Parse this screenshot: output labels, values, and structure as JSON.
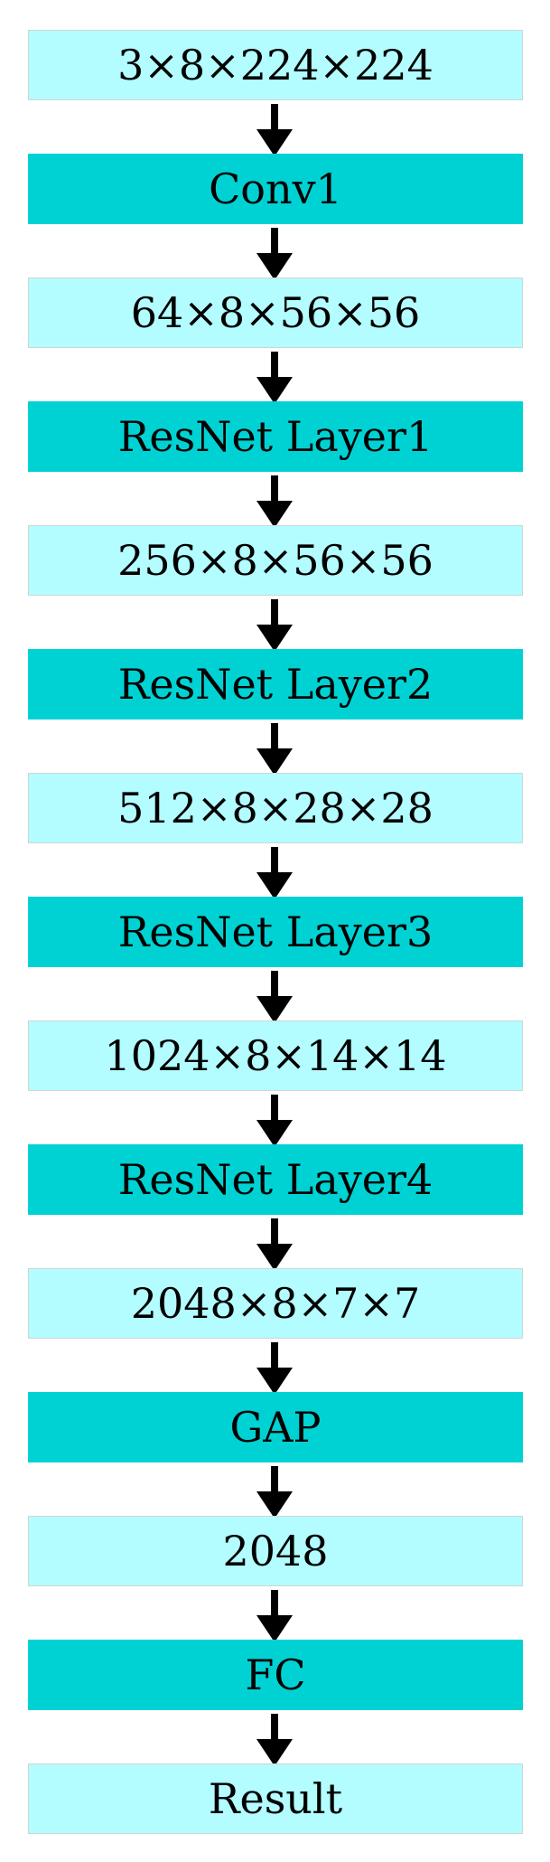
{
  "colors": {
    "tensor_box": "#b3fcff",
    "layer_box": "#00d2d4",
    "arrow": "#000000"
  },
  "flow": [
    {
      "label": "3×8×224×224",
      "kind": "tensor"
    },
    {
      "label": "Conv1",
      "kind": "layer"
    },
    {
      "label": "64×8×56×56",
      "kind": "tensor"
    },
    {
      "label": "ResNet Layer1",
      "kind": "layer"
    },
    {
      "label": "256×8×56×56",
      "kind": "tensor"
    },
    {
      "label": "ResNet Layer2",
      "kind": "layer"
    },
    {
      "label": "512×8×28×28",
      "kind": "tensor"
    },
    {
      "label": "ResNet Layer3",
      "kind": "layer"
    },
    {
      "label": "1024×8×14×14",
      "kind": "tensor"
    },
    {
      "label": "ResNet Layer4",
      "kind": "layer"
    },
    {
      "label": "2048×8×7×7",
      "kind": "tensor"
    },
    {
      "label": "GAP",
      "kind": "layer"
    },
    {
      "label": "2048",
      "kind": "tensor"
    },
    {
      "label": "FC",
      "kind": "layer"
    },
    {
      "label": "Result",
      "kind": "tensor"
    }
  ]
}
